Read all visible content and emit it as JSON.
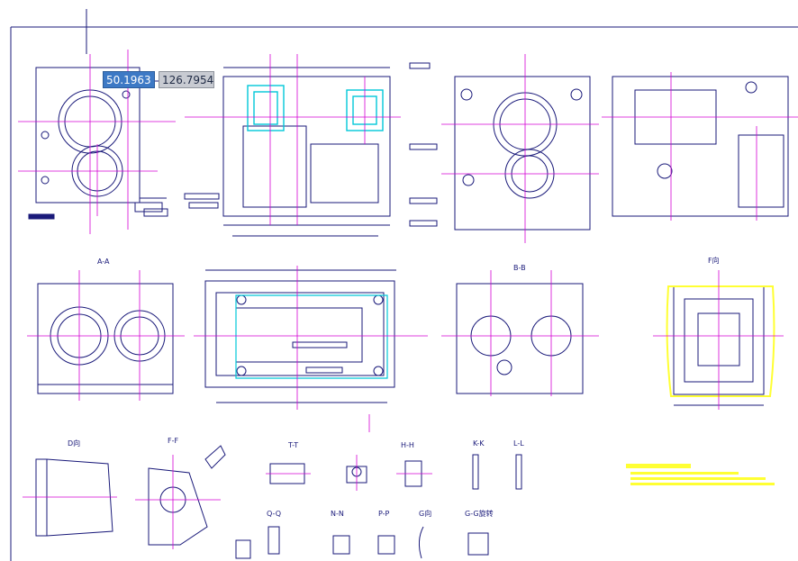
{
  "cursor_readout": {
    "x": "50.1963",
    "y": "126.7954"
  },
  "view_labels": {
    "aa": "A-A",
    "bb": "B-B",
    "f_dir": "F向",
    "d_dir": "D向",
    "ff": "F-F",
    "tt": "T-T",
    "hh": "H-H",
    "kk": "K-K",
    "ll": "L-L",
    "qq": "Q-Q",
    "nn": "N-N",
    "pp": "P-P",
    "g_dir": "G向",
    "gg_rot": "G-G旋转"
  },
  "colors": {
    "background": "#ffffff",
    "geometry": "#1a1a7a",
    "centerline": "#d400d4",
    "highlight": "#00c8d8",
    "note": "#ffff33",
    "frame": "#1a1a7a"
  }
}
